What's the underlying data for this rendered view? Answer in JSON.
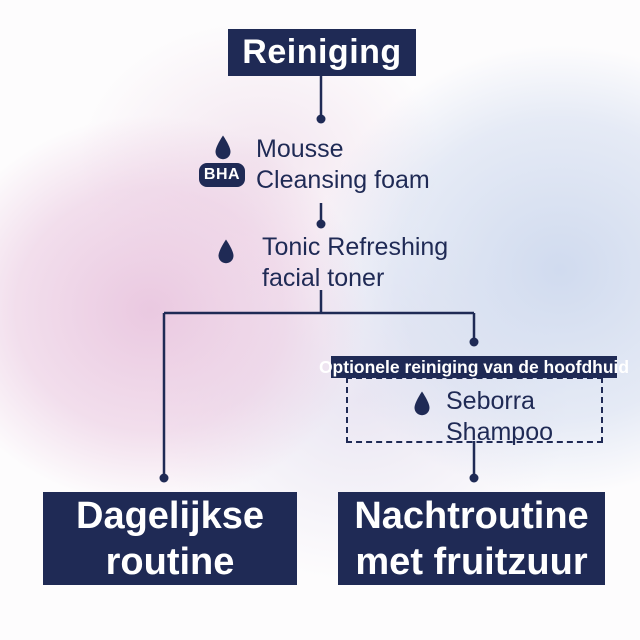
{
  "palette": {
    "navy": "#1f2a55",
    "text_on_navy": "#ffffff",
    "pink_blob": "#ecd0e4",
    "blue_blob": "#ced9ee",
    "lavender": "#e2ddee"
  },
  "header": {
    "title": "Reiniging"
  },
  "steps": [
    {
      "icon": "droplet-icon",
      "badge": "BHA",
      "line1": "Mousse",
      "line2": "Cleansing foam"
    },
    {
      "icon": "droplet-icon",
      "line1": "Tonic Refreshing",
      "line2": "facial toner"
    }
  ],
  "optional_section": {
    "header": "Optionele reiniging van de hoofdhuid",
    "icon": "droplet-icon",
    "line1": "Seborra",
    "line2": "Shampoo"
  },
  "outcomes": {
    "left": {
      "line1": "Dagelijkse",
      "line2": "routine"
    },
    "right": {
      "line1": "Nachtroutine",
      "line2": "met fruitzuur"
    }
  }
}
